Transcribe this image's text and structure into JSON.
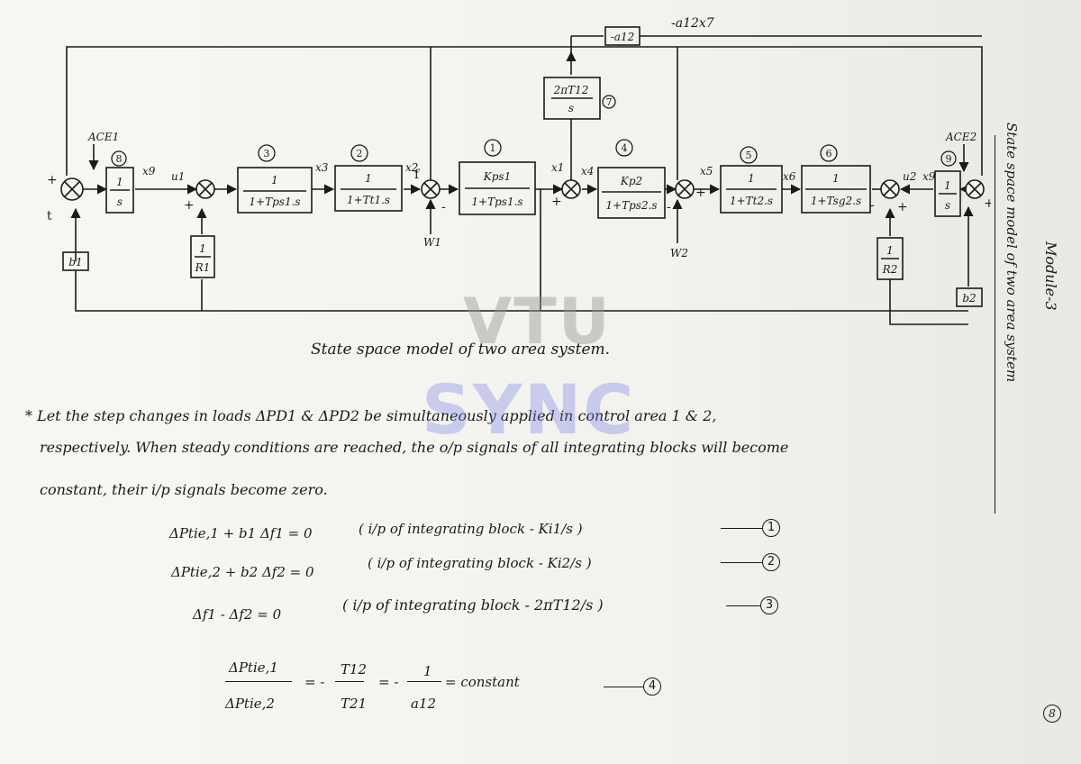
{
  "diagram": {
    "caption": "State space model of two area system.",
    "top_label": "-a12x7",
    "blocks": {
      "a12": "-a12",
      "tie": {
        "num": "2πT12",
        "den": "s",
        "id": "7"
      },
      "int1": {
        "num": "1",
        "den": "s",
        "id": "8"
      },
      "gov1": {
        "num": "1",
        "den": "1+Tps1.s",
        "id": "3"
      },
      "turb1": {
        "num": "1",
        "den": "1+Tt1.s",
        "id": "2"
      },
      "pow1": {
        "num": "Kps1",
        "den": "1+Tps1.s",
        "id": "1"
      },
      "pow2": {
        "num": "Kp2",
        "den": "1+Tps2.s",
        "id": "4"
      },
      "turb2": {
        "num": "1",
        "den": "1+Tt2.s",
        "id": "5"
      },
      "gov2": {
        "num": "1",
        "den": "1+Tsg2.s",
        "id": "6"
      },
      "int2": {
        "num": "1",
        "den": "s",
        "id": "9"
      },
      "r1": {
        "num": "1",
        "den": "R1"
      },
      "r2": {
        "num": "1",
        "den": "R2"
      },
      "b1": "b1",
      "b2": "b2"
    },
    "labels": {
      "ace1": "ACE1",
      "ace2": "ACE2",
      "x9": "x9",
      "u1": "u1",
      "x3": "x3",
      "x2": "x2",
      "x1": "x1",
      "x4": "x4",
      "x5": "x5",
      "x6": "x6",
      "u2": "u2",
      "x_in2": "x9",
      "w1": "W1",
      "w2": "W2"
    }
  },
  "text": {
    "para1": "* Let the step changes in loads ΔPD1 & ΔPD2 be simultaneously applied in control area 1 & 2,",
    "para2": "respectively. When steady conditions are reached, the o/p signals of all integrating blocks will become",
    "para3": "constant, their i/p signals become zero."
  },
  "equations": [
    {
      "lhs": "ΔPtie,1 + b1 Δf1 = 0",
      "note": "( i/p of integrating block - Ki1/s )",
      "num": "1"
    },
    {
      "lhs": "ΔPtie,2 + b2 Δf2 = 0",
      "note": "( i/p of integrating block - Ki2/s )",
      "num": "2"
    },
    {
      "lhs": "Δf1 - Δf2 = 0",
      "note": "( i/p of integrating block - 2πT12/s )",
      "num": "3"
    }
  ],
  "ratio": {
    "num": "ΔPtie,1",
    "den": "ΔPtie,2",
    "mid1_num": "T12",
    "mid1_den": "T21",
    "mid2_num": "1",
    "mid2_den": "a12",
    "tail": "= constant",
    "num_id": "4"
  },
  "side_text": {
    "title": "State space model of two area system",
    "module": "Module-3",
    "page": "8"
  },
  "watermark": {
    "line1": "VTU",
    "line2": "SYNC"
  }
}
